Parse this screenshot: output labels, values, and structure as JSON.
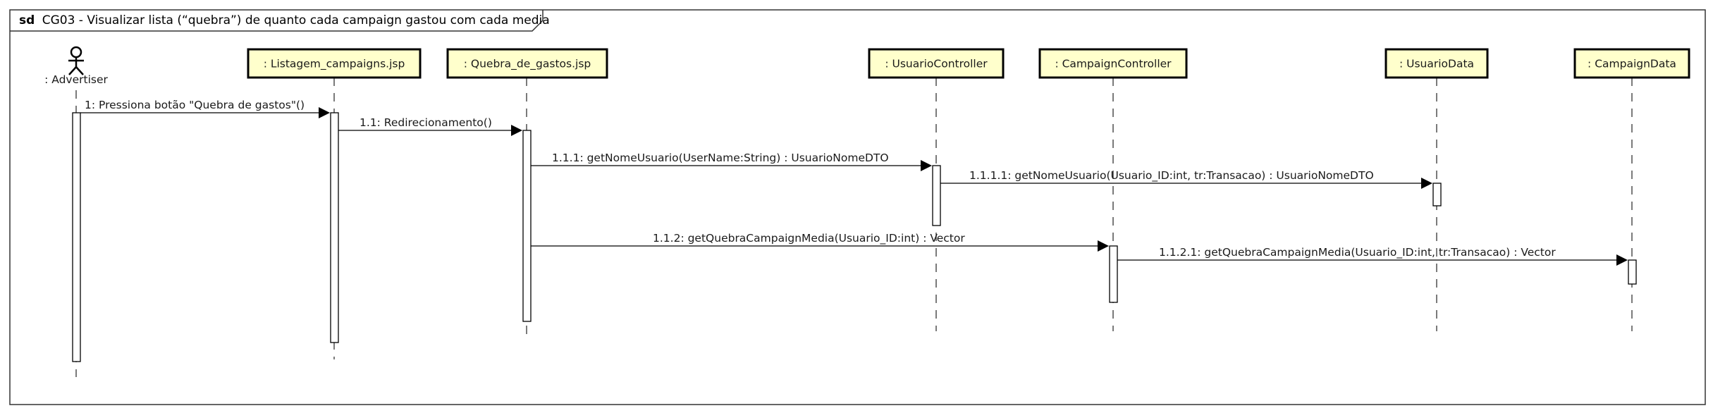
{
  "frame": {
    "keyword": "sd",
    "title": "CG03 - Visualizar lista (“quebra”) de quanto cada campaign gastou com cada media"
  },
  "actor": {
    "label": ": Advertiser"
  },
  "lifelines": [
    {
      "id": "listagem",
      "label": ": Listagem_campaigns.jsp"
    },
    {
      "id": "quebra",
      "label": ": Quebra_de_gastos.jsp"
    },
    {
      "id": "usuarioController",
      "label": ": UsuarioController"
    },
    {
      "id": "campaignController",
      "label": ": CampaignController"
    },
    {
      "id": "usuarioData",
      "label": ": UsuarioData"
    },
    {
      "id": "campaignData",
      "label": ": CampaignData"
    }
  ],
  "messages": [
    {
      "from": "actor",
      "to": "listagem",
      "label": "1: Pressiona botão \"Quebra de gastos\"()"
    },
    {
      "from": "listagem",
      "to": "quebra",
      "label": "1.1: Redirecionamento()"
    },
    {
      "from": "quebra",
      "to": "usuarioController",
      "label": "1.1.1: getNomeUsuario(UserName:String) : UsuarioNomeDTO"
    },
    {
      "from": "usuarioController",
      "to": "usuarioData",
      "label": "1.1.1.1: getNomeUsuario(Usuario_ID:int, tr:Transacao) : UsuarioNomeDTO"
    },
    {
      "from": "quebra",
      "to": "campaignController",
      "label": "1.1.2: getQuebraCampaignMedia(Usuario_ID:int) : Vector"
    },
    {
      "from": "campaignController",
      "to": "campaignData",
      "label": "1.1.2.1: getQuebraCampaignMedia(Usuario_ID:int, tr:Transacao) : Vector"
    }
  ]
}
